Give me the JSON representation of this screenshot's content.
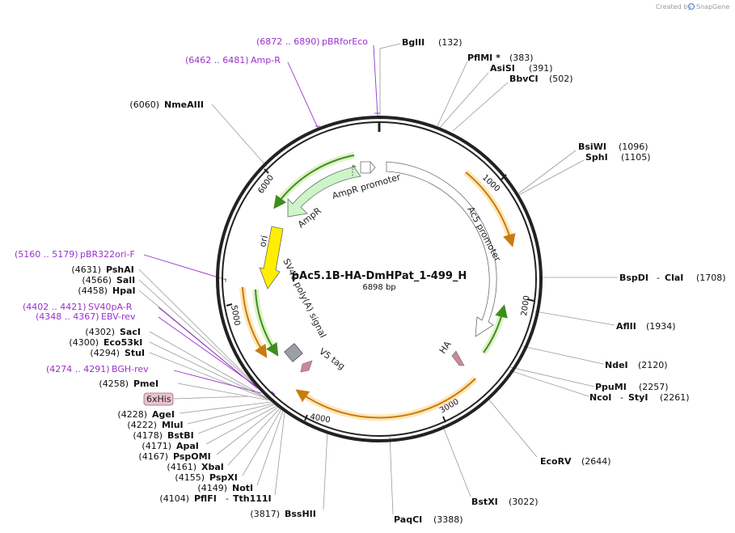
{
  "credit": {
    "prefix": "Created by",
    "brand": "SnapGene"
  },
  "plasmid": {
    "name": "pAc5.1B-HA-DmHPat_1-499_H",
    "size": "6898 bp"
  },
  "ticks": [
    "1000",
    "2000",
    "3000",
    "4000",
    "5000",
    "6000"
  ],
  "features": {
    "ampr": "AmpR",
    "ampr_promoter": "AmpR promoter",
    "ori": "ori",
    "ac5_promoter": "Ac5 promoter",
    "sv40": "SV40 poly(A) signal",
    "v5": "V5 tag",
    "ha": "HA",
    "his_tag": "6xHis"
  },
  "enzymes": [
    {
      "name": "BglII",
      "pos": "(132)"
    },
    {
      "name": "PflMI *",
      "pos": "(383)"
    },
    {
      "name": "AsiSI",
      "pos": "(391)"
    },
    {
      "name": "BbvCI",
      "pos": "(502)"
    },
    {
      "name": "BsiWI",
      "pos": "(1096)"
    },
    {
      "name": "SphI",
      "pos": "(1105)"
    },
    {
      "name": "BspDI",
      "sep": "-",
      "name2": "ClaI",
      "pos": "(1708)"
    },
    {
      "name": "AflII",
      "pos": "(1934)"
    },
    {
      "name": "NdeI",
      "pos": "(2120)"
    },
    {
      "name": "PpuMI",
      "pos": "(2257)"
    },
    {
      "name": "NcoI",
      "sep": "-",
      "name2": "StyI",
      "pos": "(2261)"
    },
    {
      "name": "EcoRV",
      "pos": "(2644)"
    },
    {
      "name": "BstXI",
      "pos": "(3022)"
    },
    {
      "name": "PaqCI",
      "pos": "(3388)"
    },
    {
      "name": "BssHII",
      "pos": "(3817)"
    },
    {
      "name": "PflFI",
      "sep": "-",
      "name2": "Tth111I",
      "pos": "(4104)"
    },
    {
      "name": "NotI",
      "pos": "(4149)"
    },
    {
      "name": "PspXI",
      "pos": "(4155)"
    },
    {
      "name": "XbaI",
      "pos": "(4161)"
    },
    {
      "name": "PspOMI",
      "pos": "(4167)"
    },
    {
      "name": "ApaI",
      "pos": "(4171)"
    },
    {
      "name": "BstBI",
      "pos": "(4178)"
    },
    {
      "name": "MluI",
      "pos": "(4222)"
    },
    {
      "name": "AgeI",
      "pos": "(4228)"
    },
    {
      "name": "PmeI",
      "pos": "(4258)"
    },
    {
      "name": "StuI",
      "pos": "(4294)"
    },
    {
      "name": "Eco53kI",
      "pos": "(4300)"
    },
    {
      "name": "SacI",
      "pos": "(4302)"
    },
    {
      "name": "HpaI",
      "pos": "(4458)"
    },
    {
      "name": "SalI",
      "pos": "(4566)"
    },
    {
      "name": "PshAI",
      "pos": "(4631)"
    },
    {
      "name": "NmeAIII",
      "pos": "(6060)"
    }
  ],
  "primers": [
    {
      "range": "(6872 .. 6890)",
      "name": "pBRforEco"
    },
    {
      "range": "(6462 .. 6481)",
      "name": "Amp-R"
    },
    {
      "range": "(5160 .. 5179)",
      "name": "pBR322ori-F"
    },
    {
      "range": "(4402 .. 4421)",
      "name": "SV40pA-R"
    },
    {
      "range": "(4348 .. 4367)",
      "name": "EBV-rev"
    },
    {
      "range": "(4274 .. 4291)",
      "name": "BGH-rev"
    }
  ],
  "colors": {
    "backbone": "#222222",
    "orange_feature": "#f5a623",
    "green_feature": "#7bc142",
    "promoter_fill": "#ffffff",
    "ampr_fill": "#ccf5c8",
    "ori_fill": "#ffee00",
    "primer": "#9932cc",
    "ha_tag": "#cc8899",
    "his_tag": "#e8c4cc"
  }
}
